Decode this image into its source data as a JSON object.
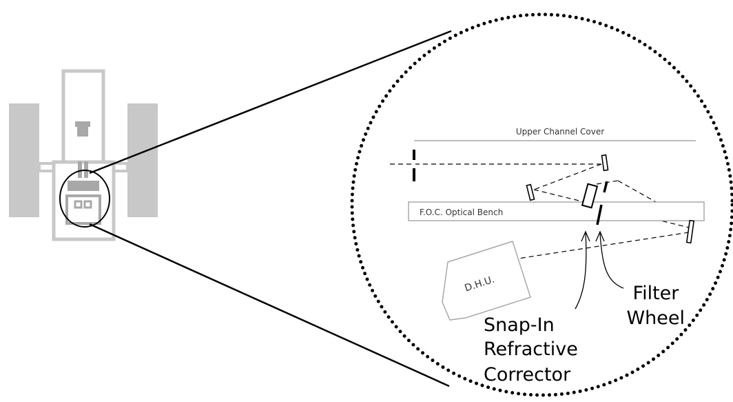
{
  "colors": {
    "background": "#ffffff",
    "outline": "#000000",
    "telescope_gray": "#c8c8c8",
    "detail_gray": "#a8a8a8"
  },
  "labels": {
    "upper_channel_cover": "Upper Channel Cover",
    "optical_bench": "F.O.C. Optical Bench",
    "dhu": "D.H.U.",
    "filter_wheel": [
      "Filter",
      "Wheel"
    ],
    "corrector": [
      "Snap-In",
      "Refractive",
      "Corrector"
    ]
  }
}
